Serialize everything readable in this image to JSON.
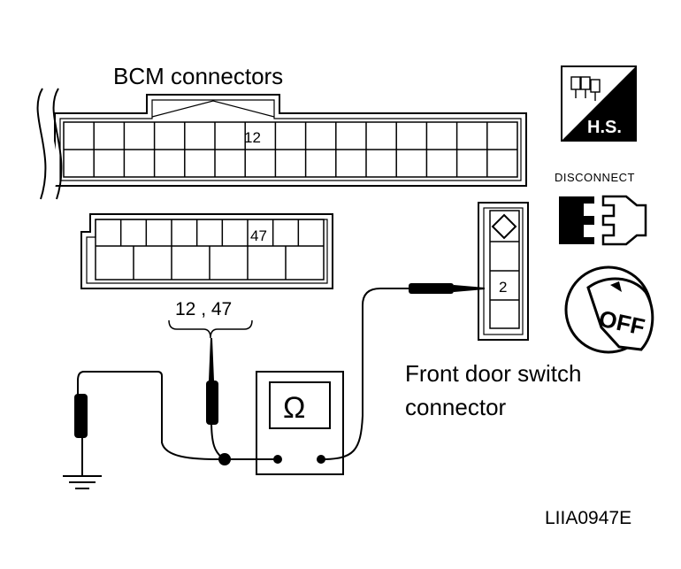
{
  "labels": {
    "bcm_title": "BCM connectors",
    "bcm_upper_terminal": "12",
    "bcm_lower_terminal": "47",
    "bcm_terminals": "12 , 47",
    "front_door_line1": "Front door switch",
    "front_door_line2": "connector",
    "door_terminal": "2",
    "ohm_symbol": "Ω",
    "hs_label": "H.S.",
    "disconnect_label": "DISCONNECT",
    "off_label": "OFF",
    "figure_id": "LIIA0947E"
  },
  "icons": [
    "hs-harness-side-icon",
    "disconnect-connector-icon",
    "ignition-key-off-icon",
    "ground-icon",
    "ohmmeter-icon",
    "probe-icon"
  ],
  "colors": {
    "ink": "#000000",
    "paper": "#ffffff"
  }
}
